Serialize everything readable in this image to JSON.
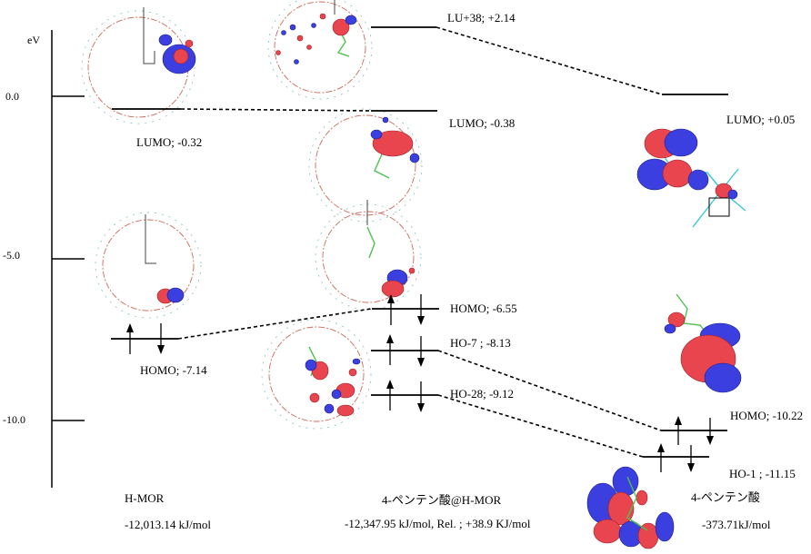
{
  "axis": {
    "unit": "eV",
    "ticks": [
      "0.0",
      "-5.0",
      "-10.0"
    ]
  },
  "hmor": {
    "lumo_label": "LUMO; -0.32",
    "homo_label": "HOMO; -7.14",
    "name": "H-MOR",
    "energy": "-12,013.14 kJ/mol"
  },
  "complex": {
    "lu38_label": "LU+38; +2.14",
    "lumo_label": "LUMO; -0.38",
    "homo_label": "HOMO; -6.55",
    "ho7_label": "HO-7 ; -8.13",
    "ho28_label": "HO-28; -9.12",
    "name": "4-ペンテン酸@H-MOR",
    "energy": "-12,347.95 kJ/mol, Rel. ; +38.9 KJ/mol"
  },
  "acid": {
    "lumo_label": "LUMO; +0.05",
    "homo_label": "HOMO; -10.22",
    "ho1_label": "HO-1 ; -11.15",
    "name": "4-ペンテン酸",
    "energy": "-373.71kJ/mol"
  },
  "colors": {
    "positive_lobe": "#e8454e",
    "negative_lobe": "#3b3fe0",
    "zeolite_frame": "#cc6a5a",
    "molecule_bond": "#4ec24e"
  }
}
